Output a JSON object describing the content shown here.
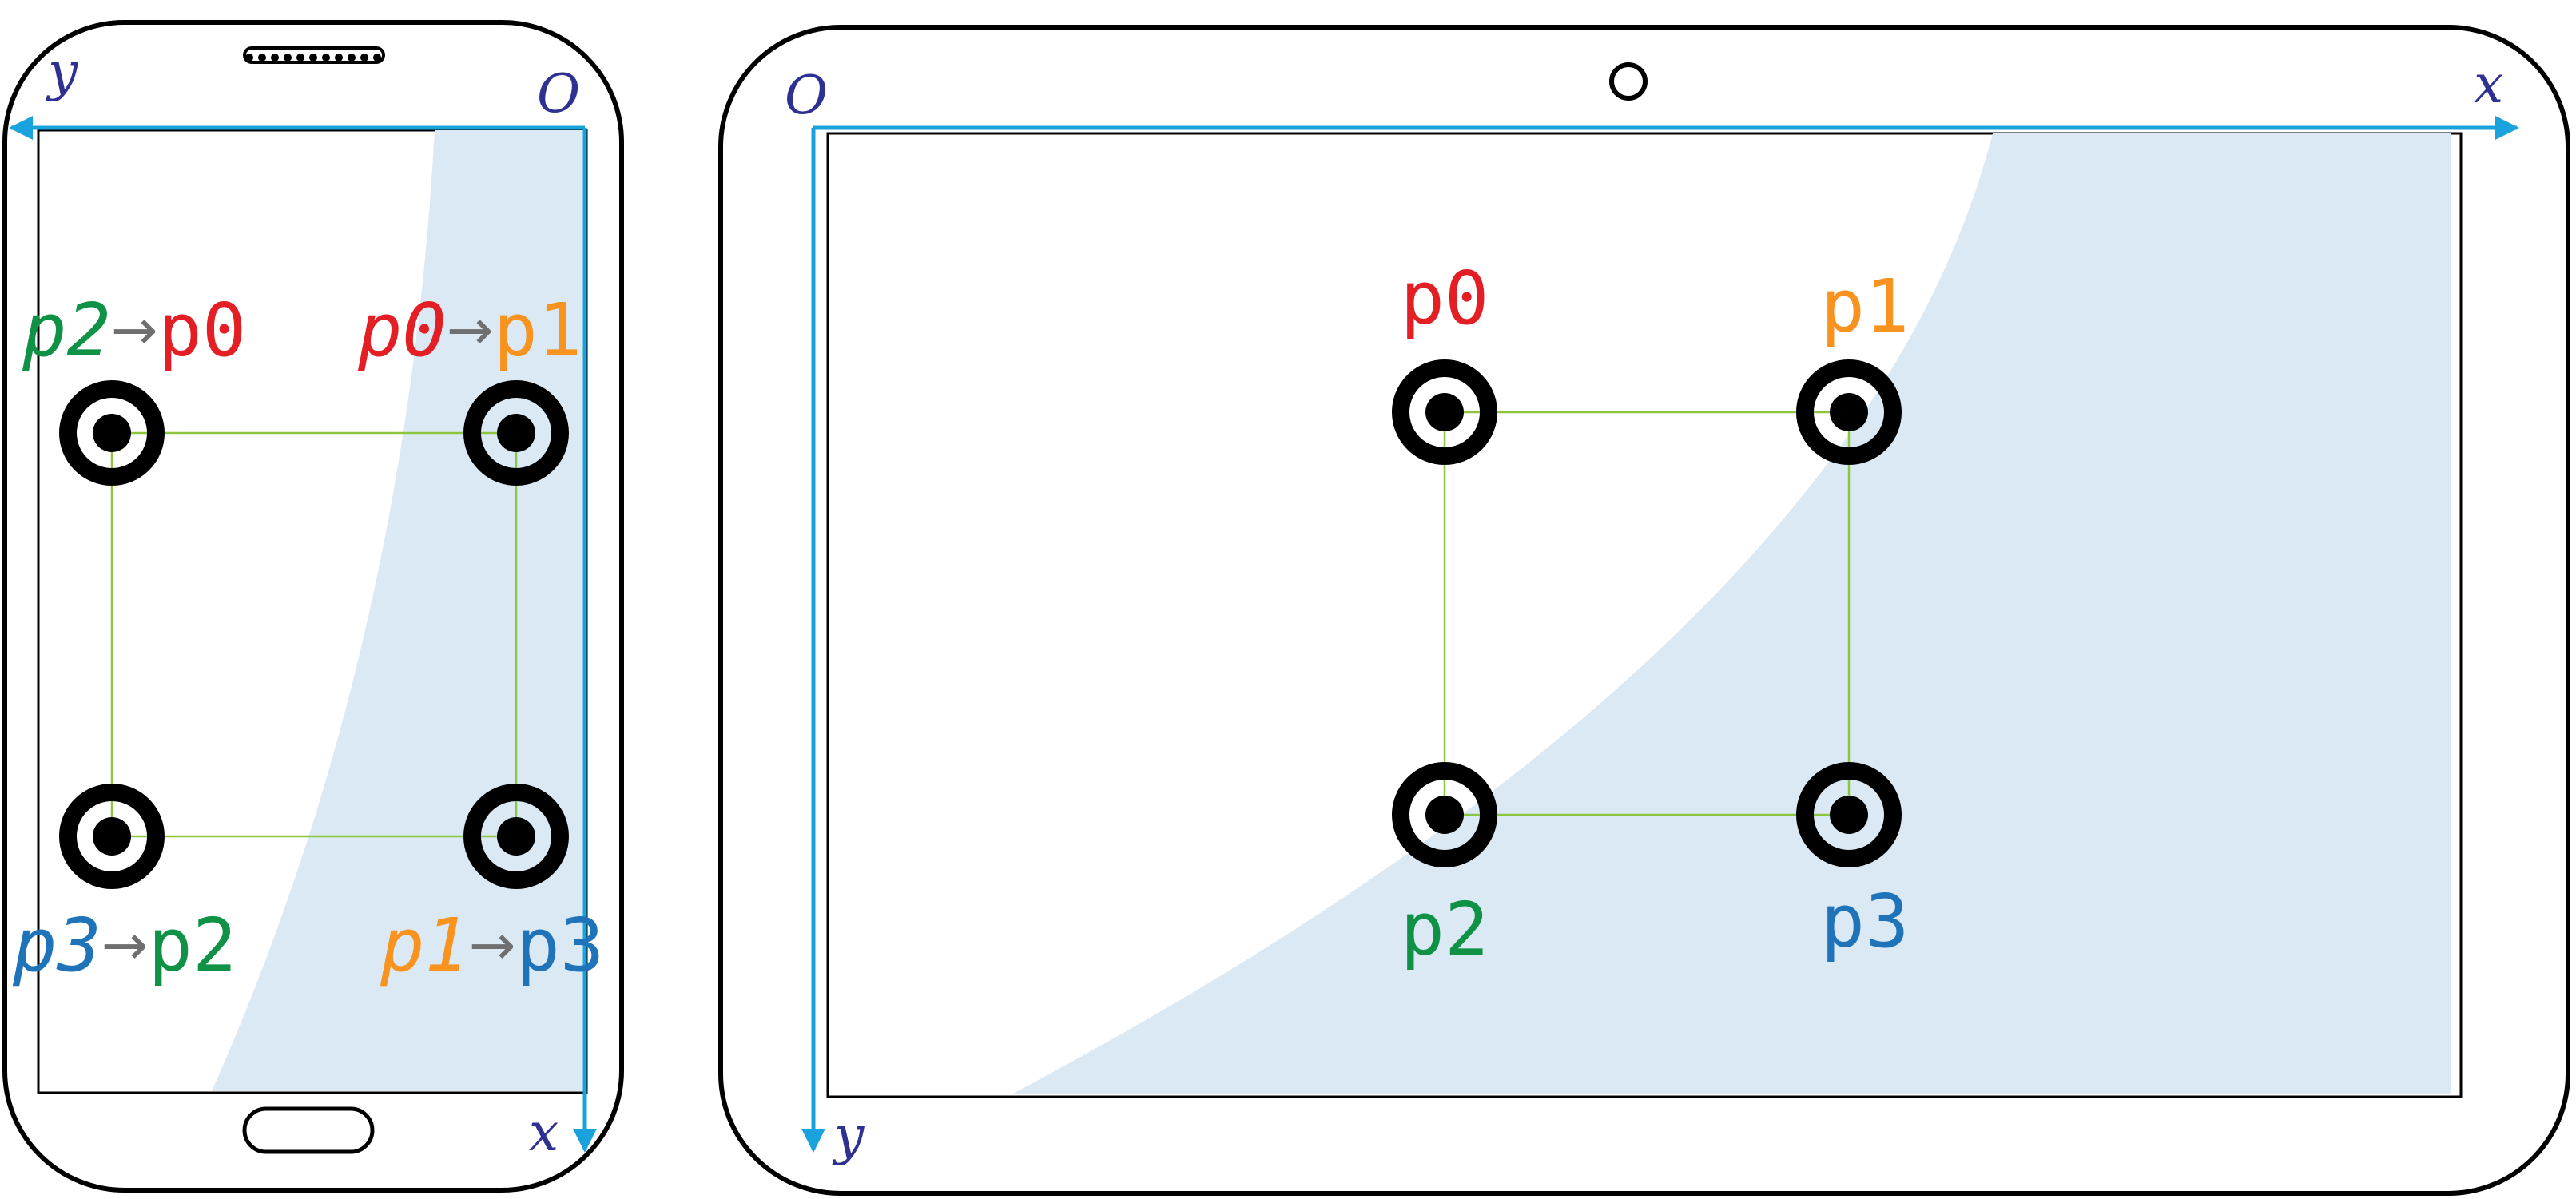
{
  "colors": {
    "p0": "#e31e24",
    "p1": "#f7931e",
    "p2": "#0f9246",
    "p3": "#1f73b9",
    "arrow": "#6f6f6f",
    "axis": "#1aa2dd",
    "axis_label": "#2e3192",
    "screen_tint": "#dbe9f4",
    "quad_line": "#8cc63f",
    "device_outline": "#000000"
  },
  "phone": {
    "axes": {
      "origin": "O",
      "x": "x",
      "y": "y"
    },
    "labels": {
      "top_left": {
        "from": "p2",
        "arrow": "→",
        "to": "p0"
      },
      "top_right": {
        "from": "p0",
        "arrow": "→",
        "to": "p1"
      },
      "bottom_left": {
        "from": "p3",
        "arrow": "→",
        "to": "p2"
      },
      "bottom_right": {
        "from": "p1",
        "arrow": "→",
        "to": "p3"
      }
    }
  },
  "tablet": {
    "axes": {
      "origin": "O",
      "x": "x",
      "y": "y"
    },
    "labels": {
      "top_left": "p0",
      "top_right": "p1",
      "bottom_left": "p2",
      "bottom_right": "p3"
    }
  }
}
